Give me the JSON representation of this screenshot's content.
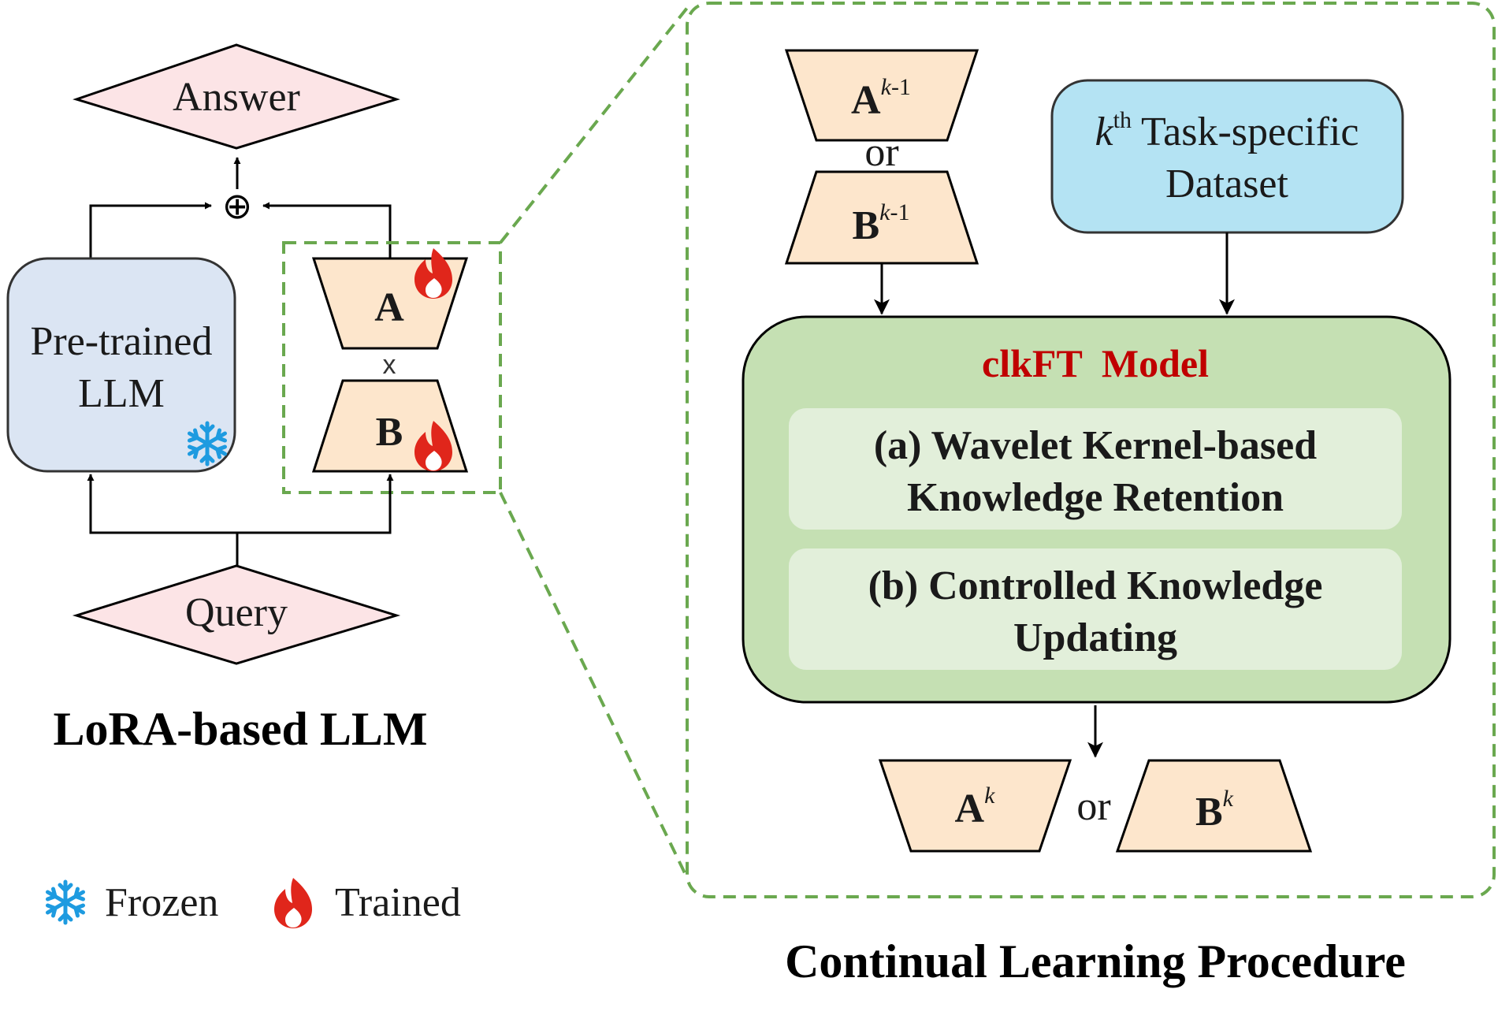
{
  "left": {
    "answer": "Answer",
    "query": "Query",
    "pretrained": [
      "Pre-trained",
      "LLM"
    ],
    "matA": "A",
    "matB": "B",
    "times": "x",
    "oplus": "⊕",
    "title": "LoRA-based LLM"
  },
  "legend": {
    "frozen": "Frozen",
    "trained": "Trained",
    "frozen_icon": "snowflake-icon",
    "trained_icon": "flame-icon"
  },
  "right": {
    "prev_a": {
      "base": "A",
      "sup": "k",
      "sup_tail": "-1"
    },
    "prev_or": "or",
    "prev_b": {
      "base": "B",
      "sup": "k",
      "sup_tail": "-1"
    },
    "dataset": {
      "sup_base": "k",
      "sup": "th",
      "line1_rest": " Task-specific",
      "line2": "Dataset"
    },
    "model_title": "clkFT  Model",
    "module_a": [
      "(a) Wavelet Kernel-based",
      "Knowledge Retention"
    ],
    "module_b": [
      "(b) Controlled Knowledge",
      "Updating"
    ],
    "out_a": {
      "base": "A",
      "sup": "k"
    },
    "out_or": "or",
    "out_b": {
      "base": "B",
      "sup": "k"
    },
    "title": "Continual Learning Procedure"
  },
  "colors": {
    "pink": "#fce4e6",
    "blue_box": "#dbe5f3",
    "peach": "#fde6cc",
    "dataset": "#b4e3f3",
    "green": "#c5e0b3",
    "green_inner": "#e2efda",
    "dash": "#6aa84f",
    "red_title": "#c00000",
    "snow": "#1e9be0",
    "flame": "#e0261b"
  }
}
